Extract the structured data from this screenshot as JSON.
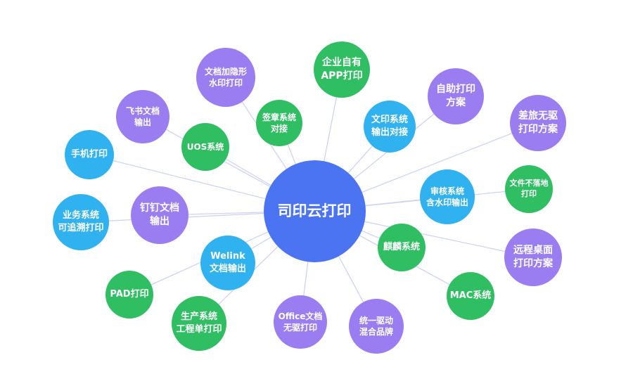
{
  "center": {
    "label": "司印云打印",
    "color": "#4a74f2"
  },
  "colors": {
    "green": "#2fbf62",
    "purple": "#9b7df2",
    "blue": "#30b2f0",
    "link": "#cdd4f2"
  },
  "nodes": [
    {
      "id": "enterprise-app",
      "label": "企业自有\nAPP打印",
      "color": "green"
    },
    {
      "id": "doc-watermark",
      "label": "文档加隐形\n水印打印",
      "color": "purple"
    },
    {
      "id": "seal-system",
      "label": "签章系统\n对接",
      "color": "green"
    },
    {
      "id": "feishu",
      "label": "飞书文档\n输出",
      "color": "purple"
    },
    {
      "id": "uos",
      "label": "UOS系统",
      "color": "green"
    },
    {
      "id": "doc-system",
      "label": "文印系统\n输出对接",
      "color": "blue"
    },
    {
      "id": "self-service",
      "label": "自助打印\n方案",
      "color": "purple"
    },
    {
      "id": "driverless",
      "label": "差旅无驱\n打印方案",
      "color": "purple"
    },
    {
      "id": "mobile",
      "label": "手机打印",
      "color": "blue"
    },
    {
      "id": "approval",
      "label": "审核系统\n含水印输出",
      "color": "blue"
    },
    {
      "id": "no-local-file",
      "label": "文件不落地\n打印",
      "color": "green"
    },
    {
      "id": "business-trace",
      "label": "业务系统\n可追溯打印",
      "color": "blue"
    },
    {
      "id": "dingtalk",
      "label": "钉钉文档\n输出",
      "color": "purple"
    },
    {
      "id": "kylin",
      "label": "麒麟系统",
      "color": "green"
    },
    {
      "id": "remote-desktop",
      "label": "远程桌面\n打印方案",
      "color": "purple"
    },
    {
      "id": "welink",
      "label": "Welink\n文档输出",
      "color": "blue"
    },
    {
      "id": "pad",
      "label": "PAD打印",
      "color": "green"
    },
    {
      "id": "mac",
      "label": "MAC系统",
      "color": "green"
    },
    {
      "id": "production",
      "label": "生产系统\n工程单打印",
      "color": "green"
    },
    {
      "id": "office",
      "label": "Office文档\n无驱打印",
      "color": "purple"
    },
    {
      "id": "unified-driver",
      "label": "统一驱动\n混合品牌",
      "color": "purple"
    }
  ]
}
